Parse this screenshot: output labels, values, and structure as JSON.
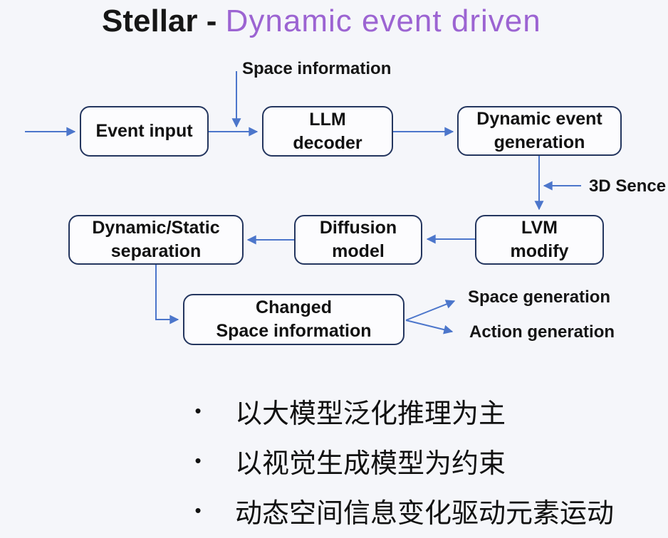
{
  "title": {
    "prefix": "Stellar - ",
    "highlight": "Dynamic event driven"
  },
  "diagram": {
    "nodes": {
      "event_input": {
        "label": "Event input"
      },
      "llm_decoder": {
        "label": "LLM\ndecoder"
      },
      "dynamic_event_generation": {
        "label": "Dynamic event\ngeneration"
      },
      "lvm_modify": {
        "label": "LVM\nmodify"
      },
      "diffusion_model": {
        "label": "Diffusion\nmodel"
      },
      "dynamic_static_separation": {
        "label": "Dynamic/Static\nseparation"
      },
      "changed_space_information": {
        "label": "Changed\nSpace information"
      }
    },
    "labels": {
      "space_information": "Space information",
      "scene_3d": "3D Sence",
      "space_generation": "Space generation",
      "action_generation": "Action generation"
    },
    "colors": {
      "node_border": "#24365f",
      "arrow": "#4c76cb",
      "title_accent": "#9c64d2",
      "background": "#f5f6fa"
    }
  },
  "bullets": {
    "glyph": "•",
    "items": [
      "以大模型泛化推理为主",
      "以视觉生成模型为约束",
      "动态空间信息变化驱动元素运动"
    ]
  }
}
